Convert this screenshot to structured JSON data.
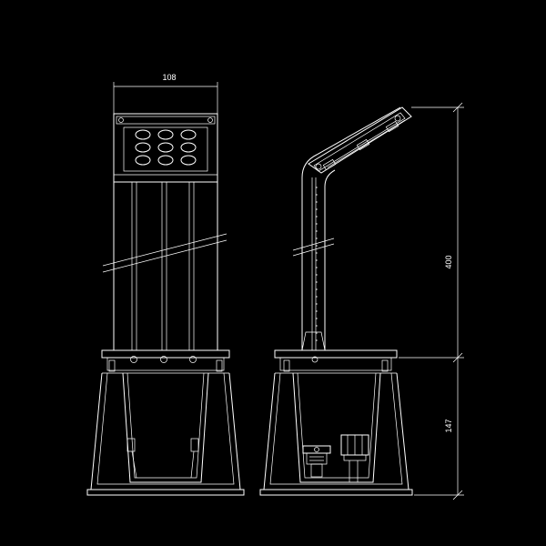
{
  "drawing": {
    "background": "#000000",
    "line_color": "#ffffff",
    "dimensions": {
      "width_label": "108",
      "height_upper_label": "400",
      "height_lower_label": "147"
    }
  }
}
